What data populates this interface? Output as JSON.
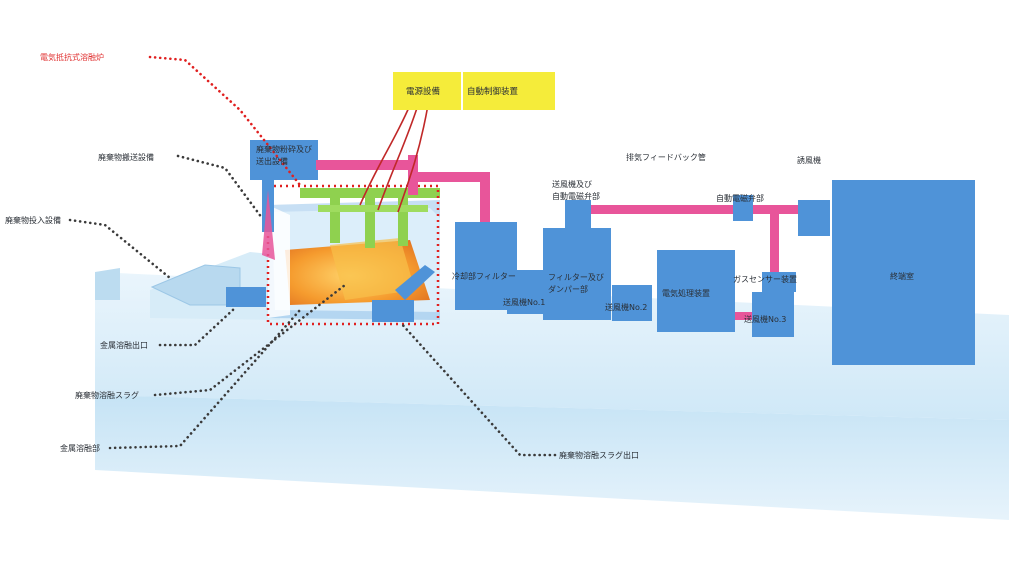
{
  "labels": {
    "furnace": "電気抵抗式溶融炉",
    "power": "電源設備",
    "control": "自動制御装置",
    "crusher_1": "廃棄物粉砕及び",
    "crusher_2": "送出設備",
    "transport": "廃棄物搬送設備",
    "input": "廃棄物投入設備",
    "cooling_filter": "冷却部フィルター",
    "blower1": "送風機No.1",
    "filter_damper_1": "フィルター及び",
    "filter_damper_2": "ダンパー部",
    "blower2": "送風機No.2",
    "electric": "電気処理装置",
    "gas_sensor": "ガスセンサー装置",
    "blower3": "送風機No.3",
    "blower_valve_1": "送風機及び",
    "blower_valve_2": "自動電磁弁部",
    "feedback": "排気フィードバック管",
    "auto_valve": "自動電磁弁部",
    "induced_fan": "誘風機",
    "terminal": "終端室",
    "metal_outlet": "金属溶融出口",
    "slag": "廃棄物溶融スラグ",
    "metal_melt": "金属溶融部",
    "slag_outlet": "廃棄物溶融スラグ出口"
  },
  "colors": {
    "equipment": "#4f93d8",
    "pipe_pink": "#e8559a",
    "pipe_green": "#8fd14f",
    "power_yellow": "#f5ec3a",
    "molten": "#f5a532",
    "leader_red": "#e02020",
    "leader_dark": "#3a3a3a"
  }
}
